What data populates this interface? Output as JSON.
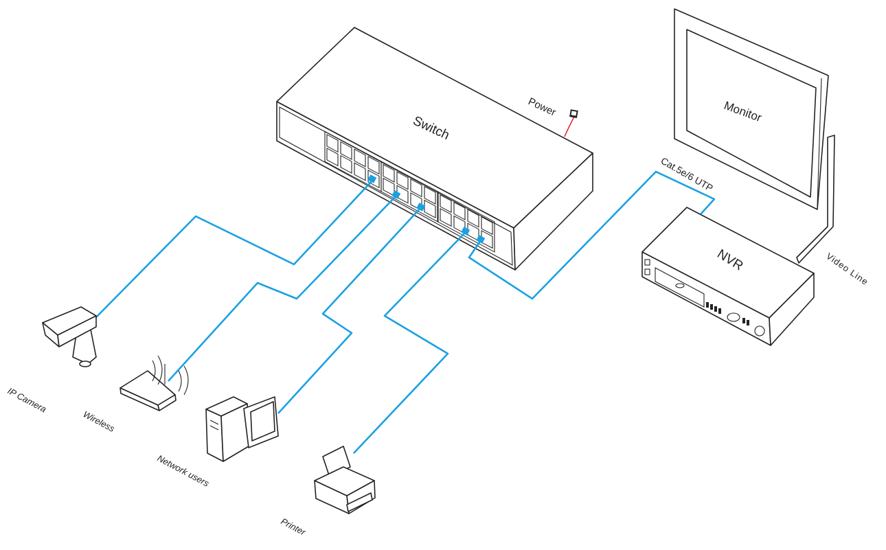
{
  "labels": {
    "switch": "Switch",
    "power": "Power",
    "monitor": "Monitor",
    "nvr": "NVR",
    "video_line": "Video Line",
    "cable": "Cat.5e/6 UTP",
    "ip_camera": "IP Camera",
    "wireless": "Wireless",
    "network_users": "Network users",
    "printer": "Printer"
  },
  "colors": {
    "cable": "#1ba1e2",
    "power_cord": "#e0202a",
    "outline": "#222222"
  }
}
